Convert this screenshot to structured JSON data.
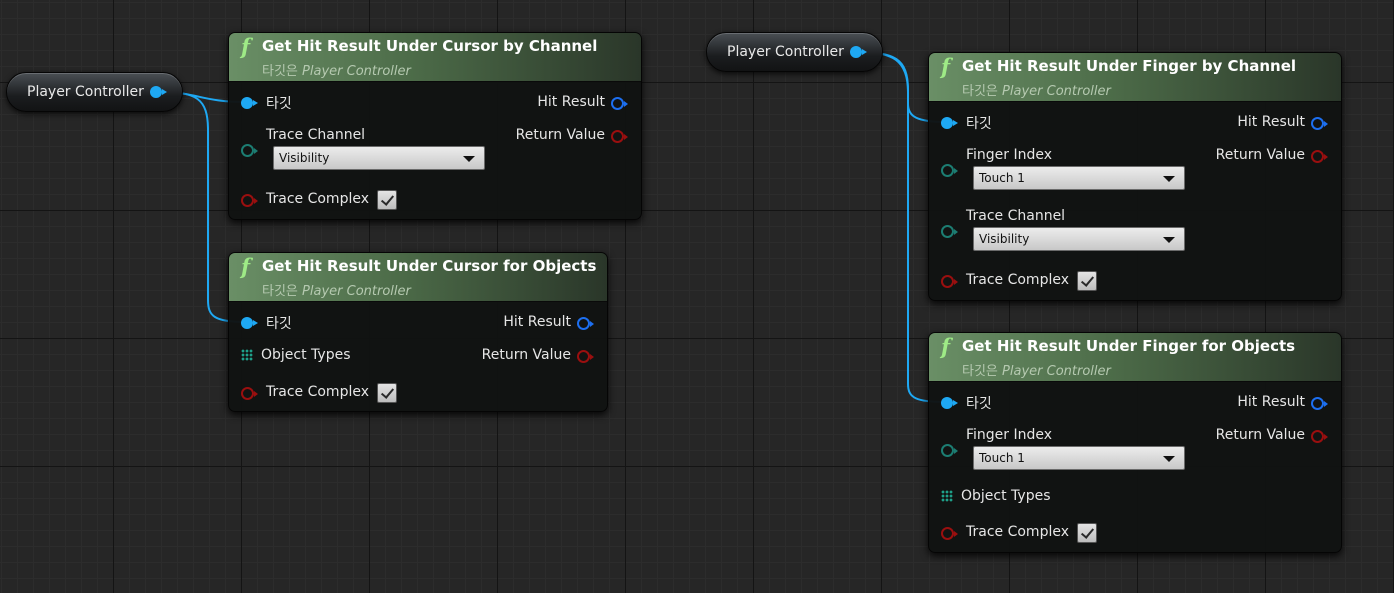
{
  "colors": {
    "exec": "#1ea8f3",
    "hit_result": "#1d6ff0",
    "return_value": "#9a0f0f",
    "trace_channel": "#1c7d72",
    "header": "#5e7f5a"
  },
  "player_controller_left": {
    "label": "Player Controller"
  },
  "player_controller_right": {
    "label": "Player Controller"
  },
  "node_cursor_channel": {
    "icon": "function-icon",
    "title": "Get Hit Result Under Cursor by Channel",
    "sub_prefix": "타깃은",
    "sub_target": "Player Controller",
    "target_label": "타깃",
    "hit_result": "Hit Result",
    "return_value": "Return Value",
    "trace_channel_label": "Trace Channel",
    "trace_channel_value": "Visibility",
    "trace_complex_label": "Trace Complex",
    "trace_complex_checked": true
  },
  "node_cursor_objects": {
    "icon": "function-icon",
    "title": "Get Hit Result Under Cursor for Objects",
    "sub_prefix": "타깃은",
    "sub_target": "Player Controller",
    "target_label": "타깃",
    "hit_result": "Hit Result",
    "return_value": "Return Value",
    "object_types_label": "Object Types",
    "trace_complex_label": "Trace Complex",
    "trace_complex_checked": true
  },
  "node_finger_channel": {
    "icon": "function-icon",
    "title": "Get Hit Result Under Finger by Channel",
    "sub_prefix": "타깃은",
    "sub_target": "Player Controller",
    "target_label": "타깃",
    "hit_result": "Hit Result",
    "return_value": "Return Value",
    "finger_index_label": "Finger Index",
    "finger_index_value": "Touch 1",
    "trace_channel_label": "Trace Channel",
    "trace_channel_value": "Visibility",
    "trace_complex_label": "Trace Complex",
    "trace_complex_checked": true
  },
  "node_finger_objects": {
    "icon": "function-icon",
    "title": "Get Hit Result Under Finger for Objects",
    "sub_prefix": "타깃은",
    "sub_target": "Player Controller",
    "target_label": "타깃",
    "hit_result": "Hit Result",
    "return_value": "Return Value",
    "finger_index_label": "Finger Index",
    "finger_index_value": "Touch 1",
    "object_types_label": "Object Types",
    "trace_complex_label": "Trace Complex",
    "trace_complex_checked": true
  }
}
